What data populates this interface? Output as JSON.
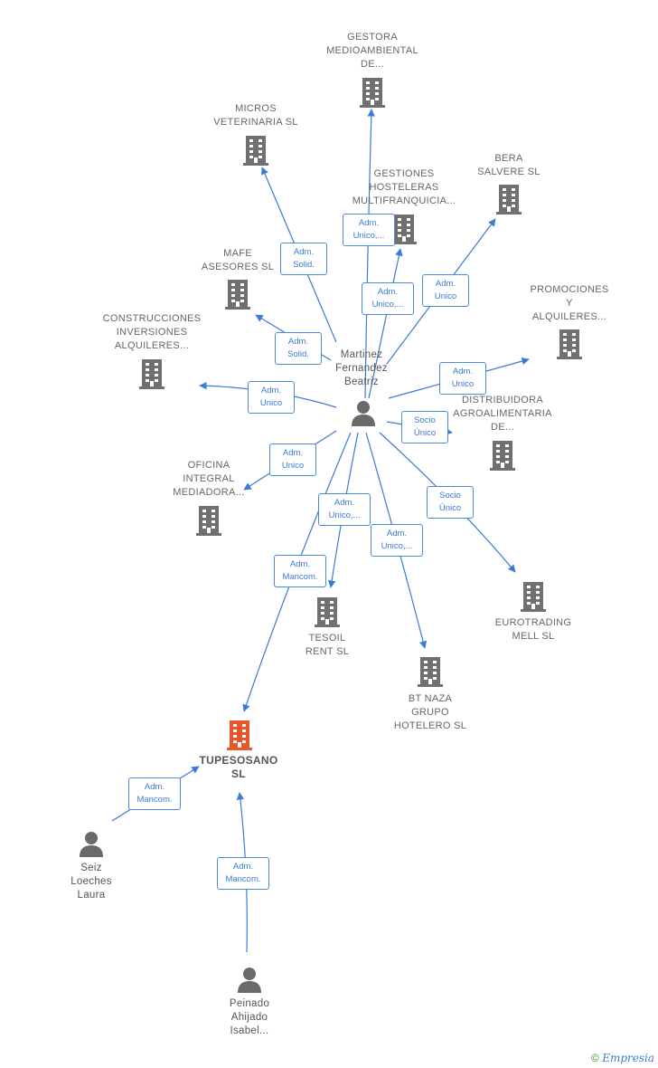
{
  "colors": {
    "edge": "#3a7bd5",
    "building": "#707070",
    "focus": "#e8572c",
    "person": "#6a6a6a"
  },
  "center": {
    "name": "Martinez\nFernandez\nBeatriz"
  },
  "focus": {
    "name": "TUPESOSANO\nSL"
  },
  "companies": [
    {
      "name": "GESTORA\nMEDIOAMBIENTAL\nDE...",
      "icon": "building-icon"
    },
    {
      "name": "MICROS\nVETERINARIA SL",
      "icon": "building-icon"
    },
    {
      "name": "GESTIONES\nHOSTELERAS\nMULTIFRANQUICIA...",
      "icon": "building-icon"
    },
    {
      "name": "BERA\nSALVERE SL",
      "icon": "building-icon"
    },
    {
      "name": "MAFE\nASESORES  SL",
      "icon": "building-icon"
    },
    {
      "name": "PROMOCIONES\nY\nALQUILERES...",
      "icon": "building-icon"
    },
    {
      "name": "CONSTRUCCIONES\nINVERSIONES\nALQUILERES...",
      "icon": "building-icon"
    },
    {
      "name": "DISTRIBUIDORA\nAGROALIMENTARIA\nDE...",
      "icon": "building-icon"
    },
    {
      "name": "OFICINA\nINTEGRAL\nMEDIADORA...",
      "icon": "building-icon"
    },
    {
      "name": "EUROTRADING\nMELL  SL",
      "icon": "building-icon"
    },
    {
      "name": "TESOIL\nRENT  SL",
      "icon": "building-icon"
    },
    {
      "name": "BT NAZA\nGRUPO\nHOTELERO  SL",
      "icon": "building-icon"
    }
  ],
  "persons": [
    {
      "name": "Seiz\nLoeches\nLaura",
      "icon": "person-icon"
    },
    {
      "name": "Peinado\nAhijado\nIsabel...",
      "icon": "person-icon"
    }
  ],
  "edges": [
    {
      "label": "Adm.\nUnico,..."
    },
    {
      "label": "Adm.\nSolid."
    },
    {
      "label": "Adm.\nUnico,..."
    },
    {
      "label": "Adm.\nUnico"
    },
    {
      "label": "Adm.\nSolid."
    },
    {
      "label": "Adm.\nUnico"
    },
    {
      "label": "Adm.\nUnico"
    },
    {
      "label": "Socio\nÚnico"
    },
    {
      "label": "Adm.\nUnico"
    },
    {
      "label": "Socio\nÚnico"
    },
    {
      "label": "Adm.\nUnico,..."
    },
    {
      "label": "Adm.\nUnico,..."
    },
    {
      "label": "Adm.\nMancom."
    },
    {
      "label": "Adm.\nMancom."
    },
    {
      "label": "Adm.\nMancom."
    }
  ],
  "footer": {
    "copyright": "©",
    "brand": "Empresia"
  }
}
